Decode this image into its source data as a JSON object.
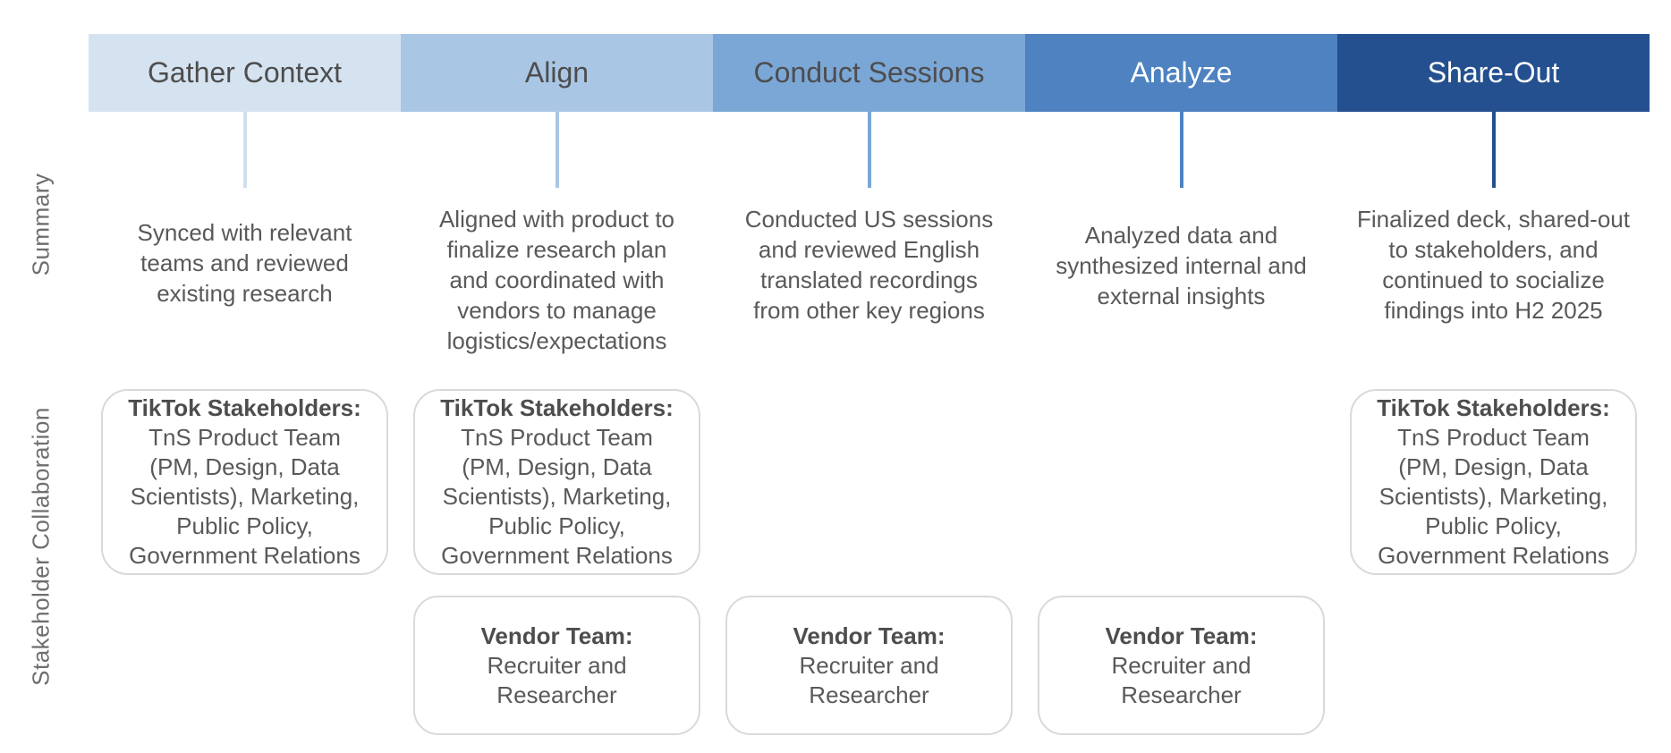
{
  "row_labels": {
    "summary": "Summary",
    "stakeholder_collaboration": "Stakeholder Collaboration"
  },
  "palette": {
    "body_text": "#595959",
    "header_dark_text": "#4d4d4d",
    "header_light_text": "#ffffff",
    "row_label_text": "#6e6e6e",
    "box_border": "#d9d9d9",
    "background": "#ffffff"
  },
  "phases": [
    {
      "id": "gather-context",
      "title": "Gather Context",
      "colors": {
        "header_bg": "#d5e3f1",
        "header_text": "#4d4d4d",
        "connector": "#cfdfef"
      },
      "summary_lines": [
        "Synced with relevant",
        "teams and reviewed",
        "existing research"
      ],
      "tiktok_box": {
        "title": "TikTok Stakeholders:",
        "lines": [
          "TnS Product Team",
          "(PM, Design, Data",
          "Scientists), Marketing,",
          "Public Policy,",
          "Government Relations"
        ]
      }
    },
    {
      "id": "align",
      "title": "Align",
      "colors": {
        "header_bg": "#a9c6e5",
        "header_text": "#4d4d4d",
        "connector": "#a9c6e5"
      },
      "summary_lines": [
        "Aligned with product to",
        "finalize research plan",
        "and coordinated with",
        "vendors to manage",
        "logistics/expectations"
      ],
      "tiktok_box": {
        "title": "TikTok Stakeholders:",
        "lines": [
          "TnS Product Team",
          "(PM, Design, Data",
          "Scientists), Marketing,",
          "Public Policy,",
          "Government Relations"
        ]
      },
      "vendor_box": {
        "title": "Vendor Team:",
        "lines": [
          "Recruiter and",
          "Researcher"
        ]
      }
    },
    {
      "id": "conduct-sessions",
      "title": "Conduct Sessions",
      "colors": {
        "header_bg": "#7ba7d7",
        "header_text": "#4d4d4d",
        "connector": "#7ba7d7"
      },
      "summary_lines": [
        "Conducted US sessions",
        "and reviewed English",
        "translated recordings",
        "from other key regions"
      ],
      "vendor_box": {
        "title": "Vendor Team:",
        "lines": [
          "Recruiter and",
          "Researcher"
        ]
      }
    },
    {
      "id": "analyze",
      "title": "Analyze",
      "colors": {
        "header_bg": "#4e82c0",
        "header_text": "#ffffff",
        "connector": "#4e82c0"
      },
      "summary_lines": [
        "Analyzed data and",
        "synthesized internal and",
        "external insights"
      ],
      "vendor_box": {
        "title": "Vendor Team:",
        "lines": [
          "Recruiter and",
          "Researcher"
        ]
      }
    },
    {
      "id": "share-out",
      "title": "Share-Out",
      "colors": {
        "header_bg": "#24508f",
        "header_text": "#ffffff",
        "connector": "#24508f"
      },
      "summary_lines": [
        "Finalized deck, shared-out",
        "to stakeholders, and",
        "continued to socialize",
        "findings into H2 2025"
      ],
      "tiktok_box": {
        "title": "TikTok Stakeholders:",
        "lines": [
          "TnS Product Team",
          "(PM, Design, Data",
          "Scientists), Marketing,",
          "Public Policy,",
          "Government Relations"
        ]
      }
    }
  ]
}
